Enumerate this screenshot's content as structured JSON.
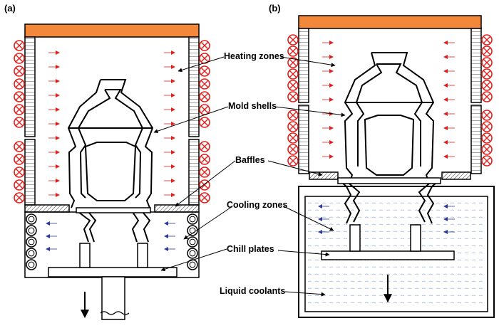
{
  "panels": {
    "a_label": "(a)",
    "b_label": "(b)"
  },
  "callouts": {
    "heating_zones": "Heating zones",
    "mold_shells": "Mold shells",
    "baffles": "Baffles",
    "cooling_zones": "Cooling zones",
    "chill_plates": "Chill plates",
    "liquid_coolants": "Liquid coolants"
  },
  "colors": {
    "furnace_top": "#f4883a",
    "coil": "#e0201c",
    "heat_arrow": "#e0201c",
    "cool_arrow": "#2c3a9c",
    "coolant_line": "#9fb4d8",
    "outline": "#000000"
  },
  "icons": {
    "coil": "crossed-circle-coil-icon",
    "heat_arrow": "right-pointing-red-arrow-icon",
    "cool_arrow": "left-pointing-blue-arrow-icon",
    "withdraw_arrow": "down-arrow-icon"
  }
}
